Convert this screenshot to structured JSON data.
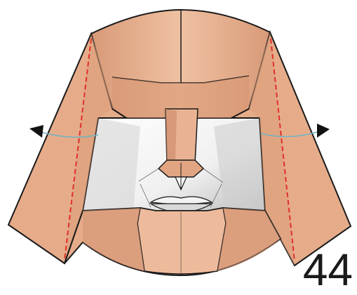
{
  "diagram": {
    "step_number": "44",
    "colors": {
      "paper": "#e6ac8a",
      "paper_light": "#f2c7a8",
      "paper_dark": "#c8876a",
      "white_side": "#f2f2f2",
      "shadow": "#c9c9c9",
      "outline": "#1a1a1a",
      "valley_fold": "#e0302a",
      "rotation_arrow": "#6fb3c7"
    },
    "fold_lines": [
      "left-flap-valley-fold",
      "right-flap-valley-fold"
    ],
    "arrows": [
      "left-rotation-arrow",
      "right-rotation-arrow"
    ]
  }
}
